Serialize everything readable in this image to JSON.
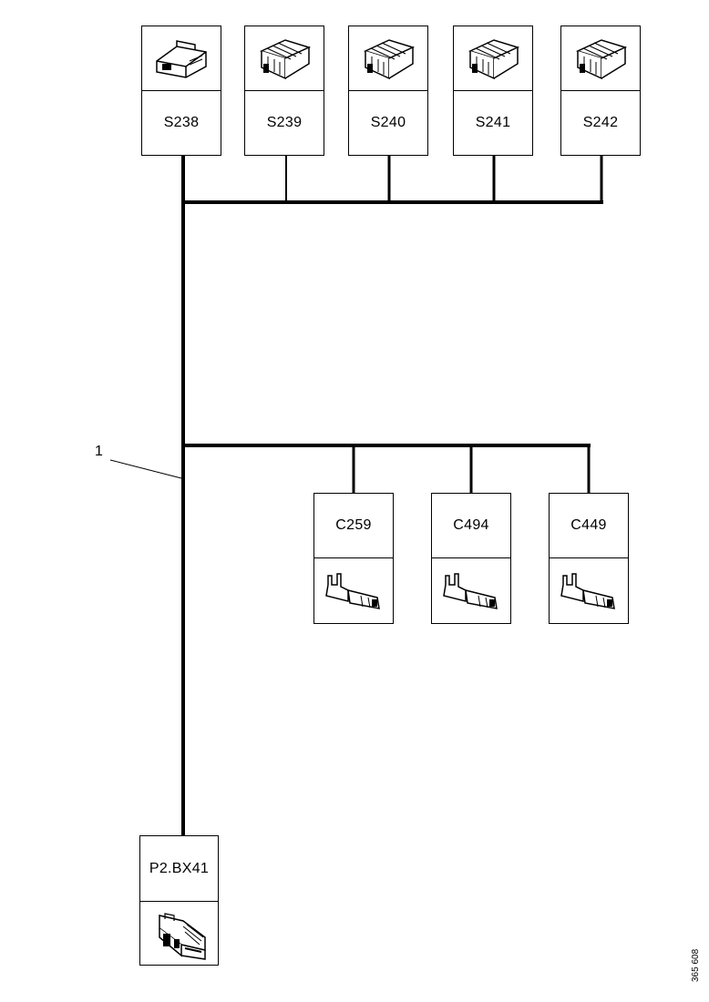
{
  "connectors_top": [
    {
      "id": "S238",
      "icon": "connector-housing-icon"
    },
    {
      "id": "S239",
      "icon": "connector-block-icon"
    },
    {
      "id": "S240",
      "icon": "connector-block-icon"
    },
    {
      "id": "S241",
      "icon": "connector-block-icon"
    },
    {
      "id": "S242",
      "icon": "connector-block-icon"
    }
  ],
  "connectors_mid": [
    {
      "id": "C259",
      "icon": "terminal-pin-icon"
    },
    {
      "id": "C494",
      "icon": "terminal-pin-icon"
    },
    {
      "id": "C449",
      "icon": "terminal-pin-icon"
    }
  ],
  "connector_bottom": {
    "id": "P2.BX41",
    "icon": "multi-pin-connector-icon"
  },
  "callout": {
    "number": "1"
  },
  "doc_number": "365 608",
  "colors": {
    "line": "#000000",
    "background": "#ffffff"
  }
}
